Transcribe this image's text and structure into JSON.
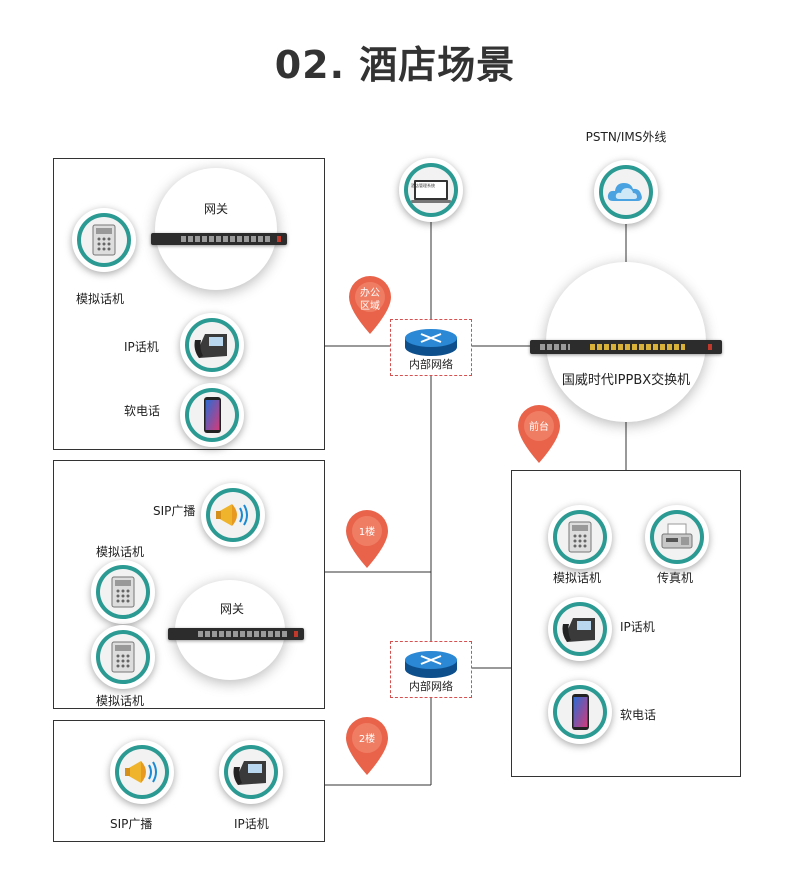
{
  "title": "02. 酒店场景",
  "external_line_label": "PSTN/IMS外线",
  "ippbx_label": "国威时代IPPBX交换机",
  "hotel_system_label": "酒店管理系统",
  "router_label": "内部网络",
  "pins": {
    "office": [
      "办公",
      "区域"
    ],
    "front_desk": "前台",
    "floor1": "1楼",
    "floor2": "2楼"
  },
  "office_box": {
    "gateway": "网关",
    "analog_phone": "模拟话机",
    "ip_phone": "IP话机",
    "soft_phone": "软电话"
  },
  "floor1_box": {
    "sip_speaker": "SIP广播",
    "analog_phone_top": "模拟话机",
    "gateway": "网关",
    "analog_phone_bottom": "模拟话机"
  },
  "floor2_box": {
    "sip_speaker": "SIP广播",
    "ip_phone": "IP话机"
  },
  "front_desk_box": {
    "analog_phone": "模拟话机",
    "fax": "传真机",
    "ip_phone": "IP话机",
    "soft_phone": "软电话"
  },
  "colors": {
    "teal": "#2a9a92",
    "pin": "#e8634a",
    "router": "#1a6fb8",
    "dashed_border": "#d65050"
  },
  "icons": [
    "analog-phone-icon",
    "ip-phone-icon",
    "smartphone-icon",
    "megaphone-icon",
    "fax-icon",
    "cloud-icon",
    "laptop-icon",
    "router-icon"
  ]
}
